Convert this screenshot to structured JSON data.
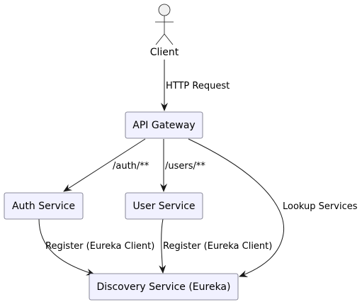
{
  "diagram": {
    "actor": {
      "label": "Client"
    },
    "nodes": {
      "gateway": "API Gateway",
      "auth": "Auth Service",
      "user": "User Service",
      "discovery": "Discovery Service (Eureka)"
    },
    "edges": {
      "client_gateway": "HTTP Request",
      "gateway_auth": "/auth/**",
      "gateway_user": "/users/**",
      "gateway_discovery": "Lookup Services",
      "auth_discovery": "Register (Eureka Client)",
      "user_discovery": "Register (Eureka Client)"
    }
  }
}
